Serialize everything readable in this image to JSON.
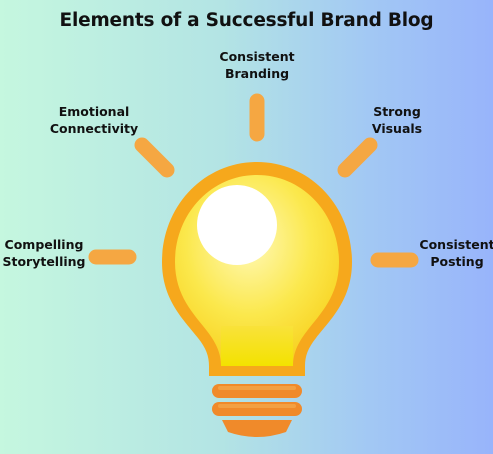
{
  "title": "Elements of a Successful Brand Blog",
  "elements": {
    "consistent_branding": "Consistent\nBranding",
    "emotional_connectivity": "Emotional\nConnectivity",
    "strong_visuals": "Strong\nVisuals",
    "compelling_storytelling": "Compelling\nStorytelling",
    "consistent_posting": "Consistent\nPosting"
  },
  "colors": {
    "ray": "#f5a742",
    "bulb_glow": "#fff7a0",
    "bulb_body": "#f7d31a",
    "bulb_rim": "#f6a81c",
    "bulb_base": "#f08a2a",
    "highlight": "#ffffff"
  }
}
